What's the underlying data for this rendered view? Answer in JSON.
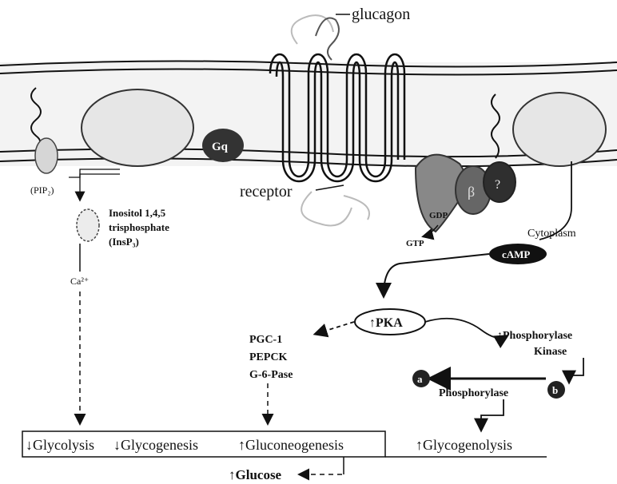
{
  "labels": {
    "glucagon": "glucagon",
    "receptor": "receptor",
    "gq": "Gq",
    "pip2": "(PIP₂)",
    "insp3_line1": "Inositol 1,4,5",
    "insp3_line2": "trisphosphate",
    "insp3_line3": "(InsP₃)",
    "ca": "Ca²⁺",
    "gdp": "GDP",
    "gtp": "GTP",
    "beta": "β",
    "gamma": "?",
    "cytoplasm": "Cytoplasm",
    "camp": "cAMP",
    "pka": "↑PKA",
    "pgc1": "PGC-1",
    "pepck": "PEPCK",
    "g6pase": "G-6-Pase",
    "phosphorylase_kinase_line1": "↑Phosphorylase",
    "phosphorylase_kinase_line2": "Kinase",
    "phosphorylase": "Phosphorylase",
    "a_badge": "a",
    "b_badge": "b",
    "glycolysis": "↓Glycolysis",
    "glycogenesis": "↓Glycogenesis",
    "gluconeogenesis": "↑Gluconeogenesis",
    "glycogenolysis": "↑Glycogenolysis",
    "glucose": "↑Glucose"
  },
  "colors": {
    "ink": "#111111",
    "membrane_fill": "#e9e9e9",
    "dark_protein": "#333333",
    "mid_protein": "#888888",
    "light_protein": "#dcdcdc"
  }
}
